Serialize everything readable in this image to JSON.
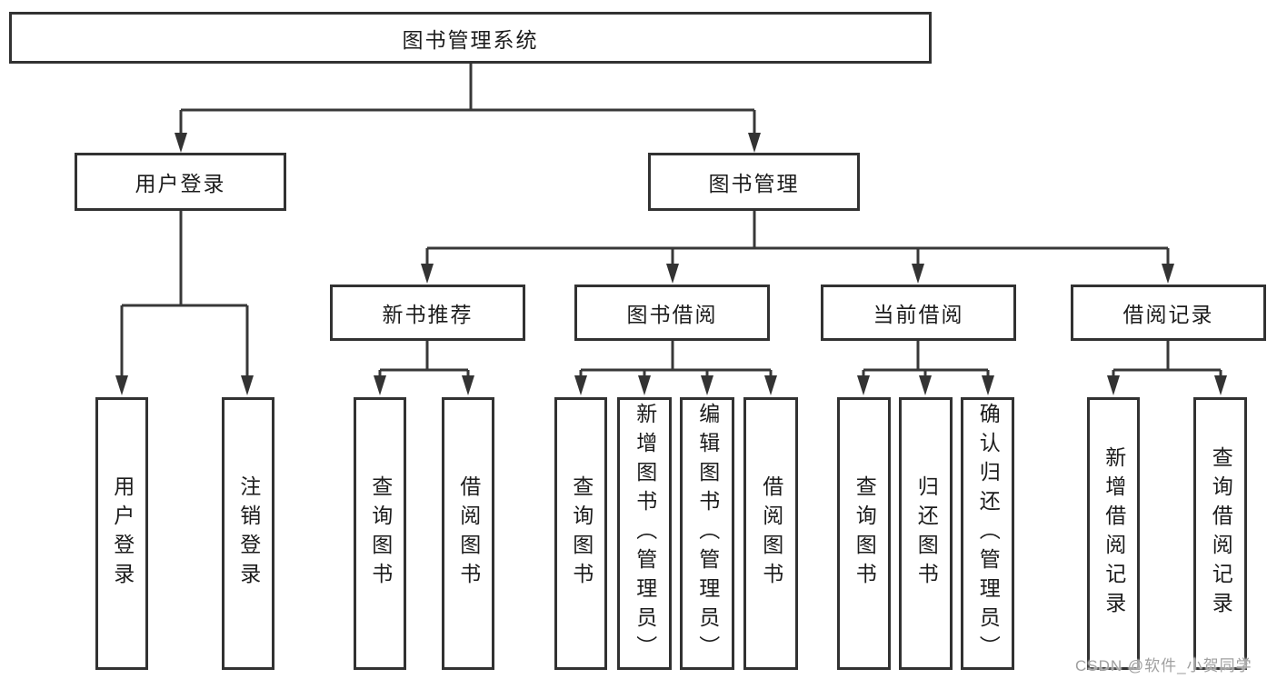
{
  "diagram": {
    "root": {
      "label": "图书管理系统"
    },
    "level2": {
      "user_login": {
        "label": "用户登录"
      },
      "book_management": {
        "label": "图书管理"
      }
    },
    "level3": {
      "new_book_recommend": {
        "label": "新书推荐"
      },
      "book_borrowing": {
        "label": "图书借阅"
      },
      "current_borrowing": {
        "label": "当前借阅"
      },
      "borrowing_records": {
        "label": "借阅记录"
      }
    },
    "leaves": {
      "user_login": {
        "label": "用户登录"
      },
      "logout": {
        "label": "注销登录"
      },
      "nb_query_books": {
        "label": "查询图书"
      },
      "nb_borrow_books": {
        "label": "借阅图书"
      },
      "bb_query_books": {
        "label": "查询图书"
      },
      "bb_add_books": {
        "label": "新增图书（管理员）"
      },
      "bb_edit_books": {
        "label": "编辑图书（管理员）"
      },
      "bb_borrow_books": {
        "label": "借阅图书"
      },
      "cb_query_books": {
        "label": "查询图书"
      },
      "cb_return_books": {
        "label": "归还图书"
      },
      "cb_confirm_return": {
        "label": "确认归还（管理员）"
      },
      "br_add_record": {
        "label": "新增借阅记录"
      },
      "br_query_record": {
        "label": "查询借阅记录"
      }
    },
    "watermark": "CSDN @软件_小贺同学"
  }
}
